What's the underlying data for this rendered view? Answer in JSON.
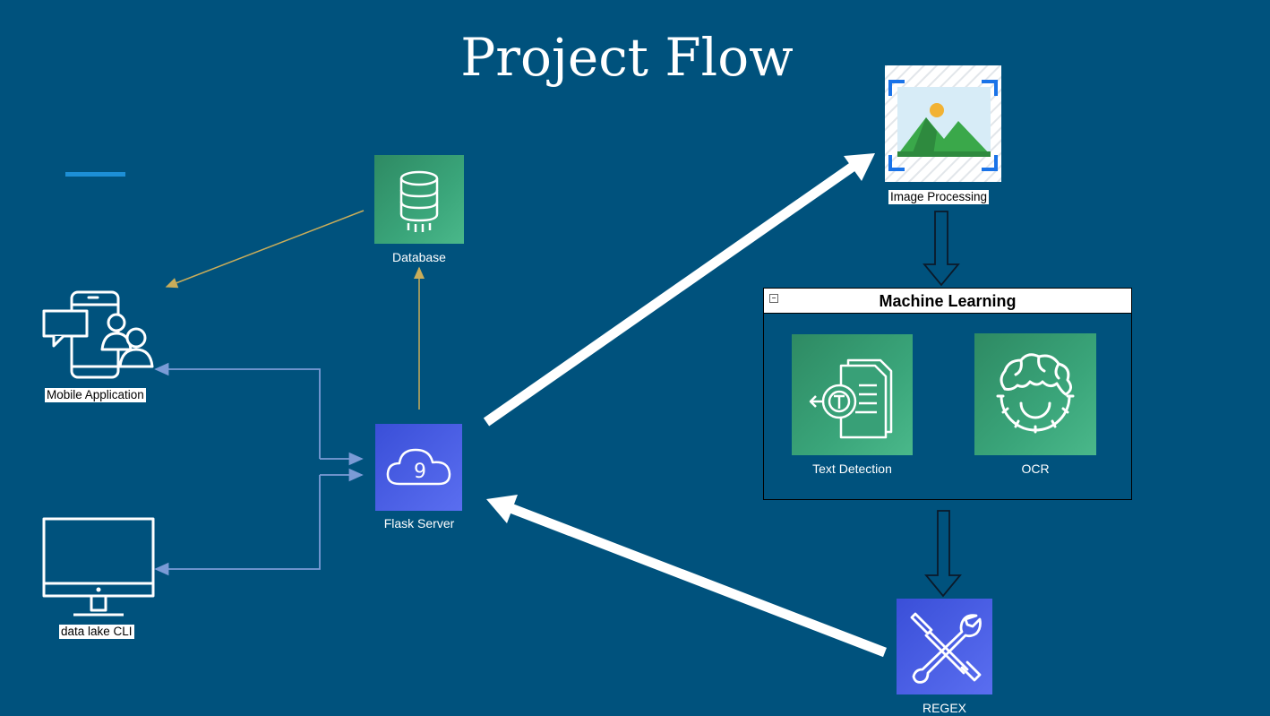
{
  "title": "Project Flow",
  "nodes": {
    "mobile_app": "Mobile Application",
    "data_lake_cli": "data lake CLI",
    "database": "Database",
    "flask_server": "Flask Server",
    "image_processing": "Image Processing",
    "machine_learning": "Machine Learning",
    "text_detection": "Text Detection",
    "ocr": "OCR",
    "regex": "REGEX",
    "cloud_badge": "9"
  },
  "colors": {
    "background": "#00527d",
    "accent_line": "#1d8fd6",
    "connector_blue": "#7b9bd6",
    "connector_gold": "#c9ad5a",
    "flow_arrow": "#ffffff"
  }
}
